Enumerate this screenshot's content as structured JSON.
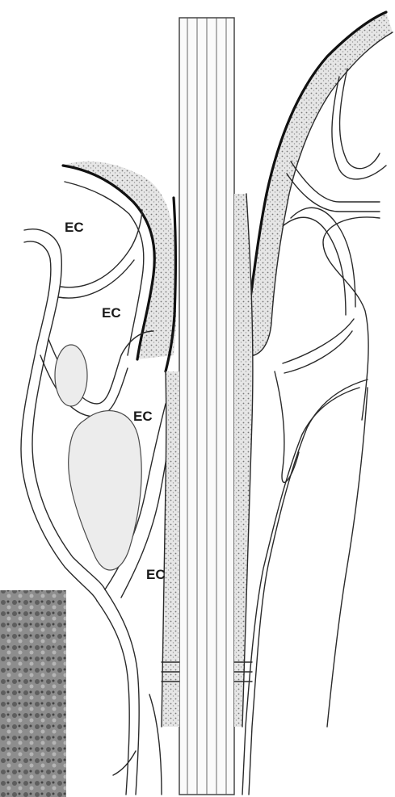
{
  "labels": {
    "ec_1": "EC",
    "ec_2": "EC",
    "ec_3": "EC",
    "ec_4": "EC"
  },
  "colors": {
    "ink": "#2a2a2a",
    "stipple": "#bdbdbd",
    "micrograph": "#8a8a8a"
  }
}
